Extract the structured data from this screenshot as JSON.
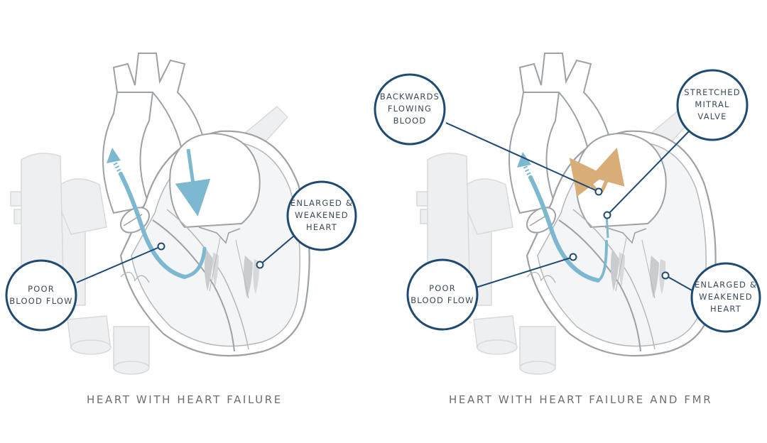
{
  "colors": {
    "outline": "#9da2a6",
    "light_fill": "#eeeff0",
    "flow_blue": "#7cb8cf",
    "backflow_tan": "#d9ad78",
    "callout_ring": "#1f4b73",
    "caption_text": "#6a6f74"
  },
  "left_panel": {
    "caption": "HEART WITH HEART FAILURE",
    "callouts": {
      "poor_flow": {
        "line1": "POOR",
        "line2": "BLOOD FLOW"
      },
      "enlarged": {
        "line1": "ENLARGED &",
        "line2": "WEAKENED",
        "line3": "HEART"
      }
    }
  },
  "right_panel": {
    "caption": "HEART WITH HEART FAILURE AND FMR",
    "callouts": {
      "backwards": {
        "line1": "BACKWARDS",
        "line2": "FLOWING",
        "line3": "BLOOD"
      },
      "stretched": {
        "line1": "STRETCHED",
        "line2": "MITRAL",
        "line3": "VALVE"
      },
      "poor_flow": {
        "line1": "POOR",
        "line2": "BLOOD FLOW"
      },
      "enlarged": {
        "line1": "ENLARGED &",
        "line2": "WEAKENED",
        "line3": "HEART"
      }
    }
  }
}
